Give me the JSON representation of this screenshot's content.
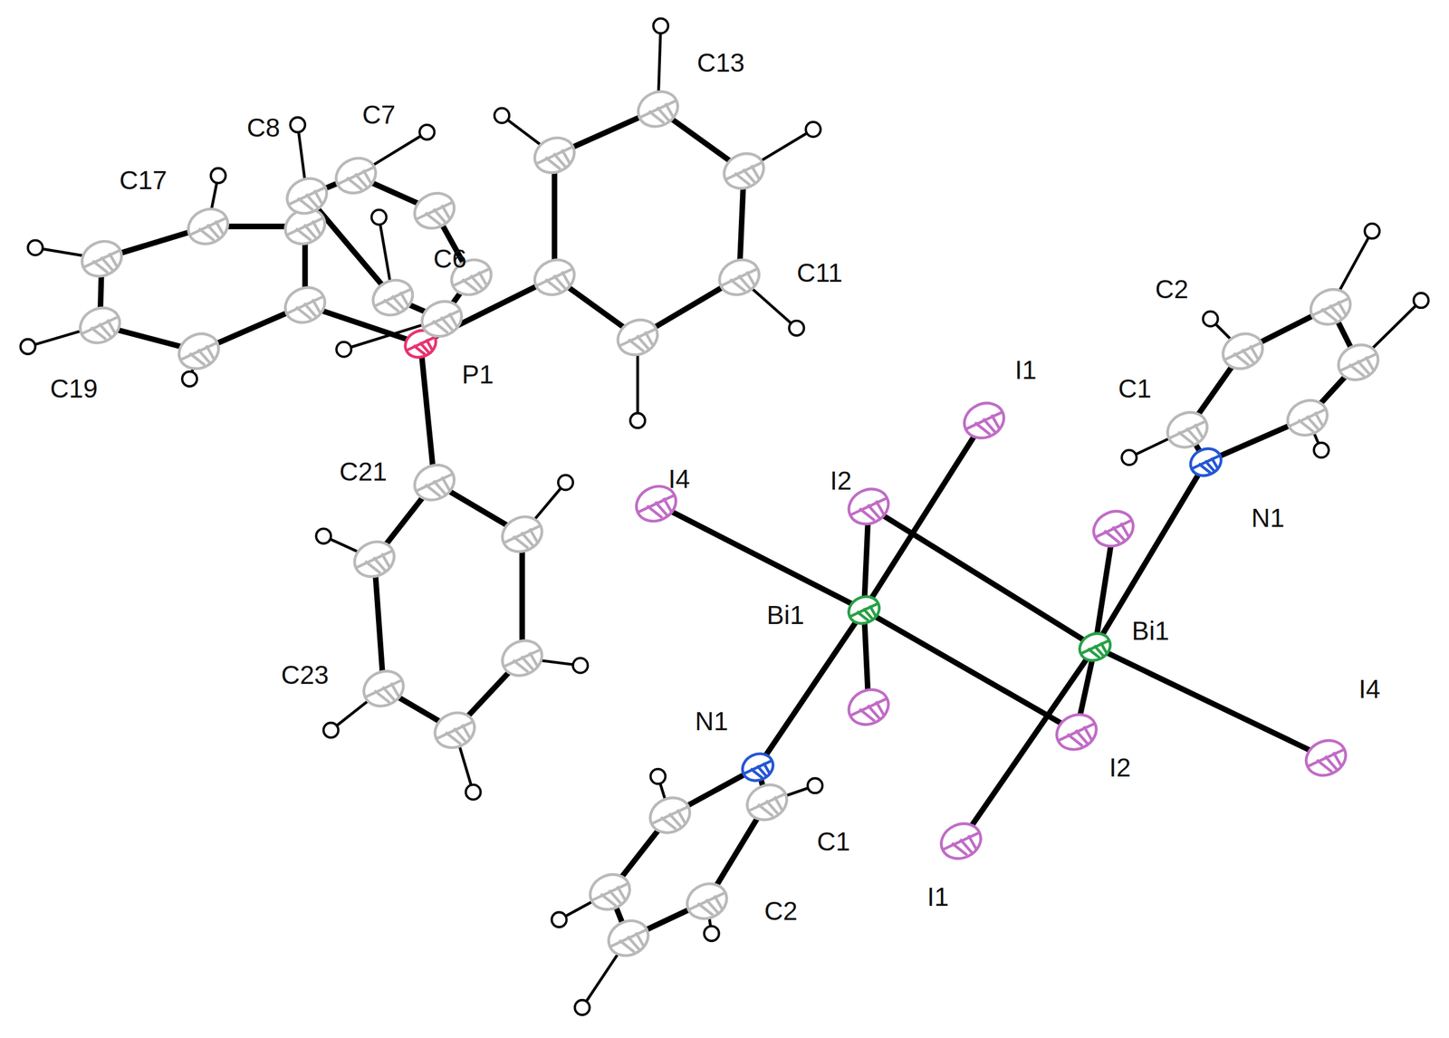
{
  "diagram": {
    "labels": [
      "C13",
      "C8",
      "C7",
      "C17",
      "C6",
      "C11",
      "C2",
      "C19",
      "P1",
      "I1",
      "C1",
      "I4",
      "I2",
      "N1",
      "C21",
      "Bi1",
      "Bi1",
      "I4",
      "C23",
      "N1",
      "I2",
      "C1",
      "C2",
      "I1"
    ]
  }
}
